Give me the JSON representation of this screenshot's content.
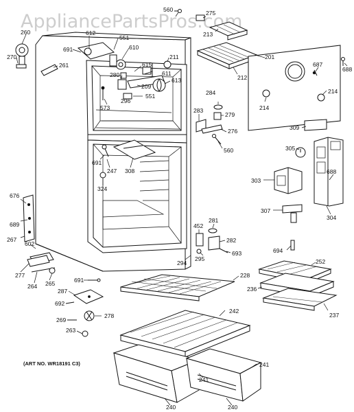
{
  "watermark": "AppliancePartsPros.com",
  "art_number": "(ART NO. WR18191 C3)",
  "part_labels": {
    "p560_top": "560",
    "p275": "275",
    "p213": "213",
    "p201": "201",
    "p212": "212",
    "p260": "260",
    "p270": "270",
    "p261": "261",
    "p691_top": "691",
    "p612": "612",
    "p551_a": "551",
    "p610": "610",
    "p615": "615",
    "p211": "211",
    "p280": "280",
    "p611": "611",
    "p209": "209",
    "p613": "613",
    "p551_b": "551",
    "p573": "573",
    "p296": "296",
    "p687": "687",
    "p688_top": "688",
    "p214_a": "214",
    "p214_b": "214",
    "p284": "284",
    "p283": "283",
    "p279": "279",
    "p276": "276",
    "p560_mid": "560",
    "p309": "309",
    "p305": "305",
    "p691_mid": "691",
    "p247": "247",
    "p308": "308",
    "p324": "324",
    "p303": "303",
    "p688_mid": "688",
    "p676": "676",
    "p689": "689",
    "p267": "267",
    "p602": "602",
    "p307": "307",
    "p304": "304",
    "p452": "452",
    "p281": "281",
    "p282": "282",
    "p295": "295",
    "p693": "693",
    "p294": "294",
    "p694": "694",
    "p277": "277",
    "p264": "264",
    "p265": "265",
    "p691_bot": "691",
    "p252": "252",
    "p228": "228",
    "p236": "236",
    "p237": "237",
    "p287": "287",
    "p692": "692",
    "p242": "242",
    "p269": "269",
    "p278": "278",
    "p263": "263",
    "p241_a": "241",
    "p241_b": "241",
    "p240_a": "240",
    "p240_b": "240"
  }
}
